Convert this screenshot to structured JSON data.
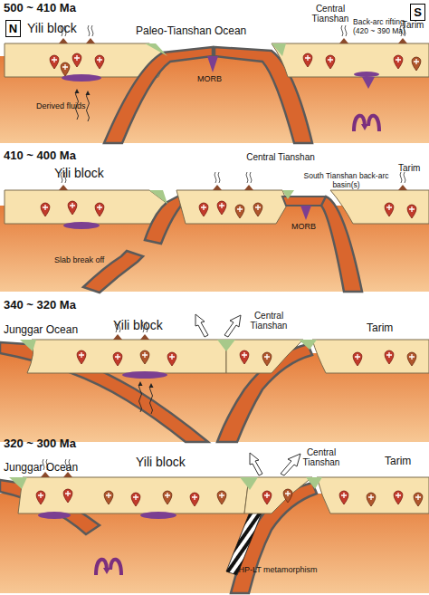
{
  "diagram": {
    "nodes": [
      {
        "text": [
          "N"
        ]
      },
      {
        "text": [
          "S"
        ]
      }
    ],
    "labels": [
      "500 ~ 410 Ma",
      "Yili block",
      "Paleo-Tianshan Ocean",
      "Central Tianshan",
      "Back-arc rifting (420 ~ 390 Ma)",
      "Tarim",
      "Derived fluids",
      "MORB",
      "410 ~ 400 Ma",
      "Yili block",
      "Central Tianshan",
      "South Tianshan back-arc basin(s)",
      "Tarim",
      "MORB",
      "Slab break off",
      "340 ~ 320 Ma",
      "Junggar Ocean",
      "Yili block",
      "Central Tianshan",
      "Tarim",
      "320 ~ 300 Ma",
      "Junggar Ocean",
      "Yili block",
      "Central Tianshan",
      "Tarim",
      "HP-LT metamorphism"
    ]
  }
}
